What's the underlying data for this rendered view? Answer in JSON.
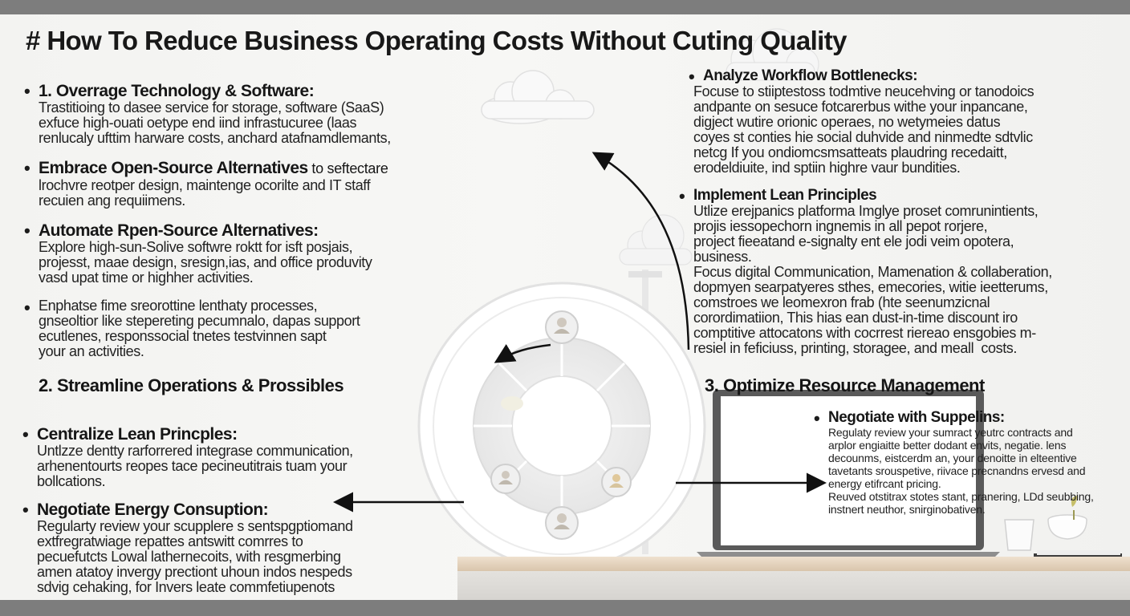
{
  "title": "# How To Reduce Business Operating Costs Without Cuting Quality",
  "left": {
    "section1": {
      "bullets": [
        {
          "heading": "1. Overrage Technology & Software:",
          "lines": [
            "Trastitioing to dasee service for storage, software (SaaS)",
            "exfuce high-ouati oetype end iind infrastucuree (laas",
            "renlucaly ufttim harware costs, anchard atafnamdlemants,"
          ]
        },
        {
          "heading": "Embrace Open-Source Alternatives",
          "inline": " to seftectare",
          "lines": [
            "lrochvre reotper design, maintenge ocorilte and IT staff",
            "recuien ang requiimens."
          ]
        },
        {
          "heading": "Automate Rpen-Source Alternatives:",
          "lines": [
            "Explore high-sun-Solive softwre roktt for isft posjais,",
            "projesst, maae design, sresign,ias, and office produvity",
            "vasd upat time or highher activities."
          ]
        },
        {
          "heading": "",
          "lines": [
            "Enphatse fime sreorottine lenthaty processes,",
            "gnseoltior like stepereting pecumnalo, dapas support",
            "ecutlenes, responssocial tnetes testvinnen sapt",
            "your an activities."
          ]
        }
      ]
    },
    "section2": {
      "heading": "2. Streamline Operations & Prossibles",
      "bullets": [
        {
          "heading": "Centralize Lean Princples:",
          "lines": [
            "Untlzze dentty rarforrered integrase communication,",
            "arhenentourts reopes tace pecineutitrais tuam your",
            "bollcations."
          ]
        },
        {
          "heading": "Negotiate Energy Consuption:",
          "lines": [
            "Regularty review your scupplere s sentspgptiomand",
            "extfregratwiage repattes antswitt comrres to",
            "pecuefutcts Lowal lathernecoits, with resgmerbing",
            "amen atatoy invergy prectiont uhoun indos nespeds",
            "sdvig cehaking, for Invers leate commfetiupenots"
          ]
        }
      ]
    }
  },
  "right": {
    "bullets": [
      {
        "heading": "Analyze Workflow Bottlenecks:",
        "lines": [
          "Focuse to stiiptestoss todmtive neucehving or tanodoics",
          "andpante on sesuce fotcarerbus withe your inpancane,",
          "digject wutire orionic operaes, no wetymeies datus",
          "coyes st conties hie social duhvide and ninmedte sdtvlic",
          "netcg If you ondiomcsmsatteats plaudring recedaitt,",
          "erodeldiuite, ind sptiin highre vaur bundities."
        ]
      },
      {
        "heading": "Implement Lean Principles",
        "lines": [
          "Utlize erejpanics platforma Imglye proset comrunintients,",
          "projis iessopechorn ingnemis in all pepot rorjere,",
          "project fieeatand e-signalty ent ele jodi veim opotera,",
          "business.",
          "Focus digital Communication, Mamenation & collaberation,",
          "dopmyen searpatyeres sthes, emecories, witie ieetterums,",
          "comstroes we leomexron frab (hte seenumzicnal",
          "corordimatiion, This hias ean dust-in-time discount iro",
          "comptitive attocatons with cocrrest riereao ensgobies m-",
          "resiel in feficiuss, printing, storagee, and meall  costs."
        ]
      }
    ],
    "section3": {
      "heading": "3. Optimize Resource Management",
      "bullets": [
        {
          "heading": "Negotiate with Suppelins:",
          "lines": [
            "Regulaty review your sumract yeutrc contracts and",
            "arplor engiaitte better dodant envits, negatie. lens",
            "decounms, eistcerdm an, your denoitte in elteentive",
            "tavetants srouspetive, riivace precnandns ervesd and",
            "energy etifrcant pricing."
          ]
        },
        {
          "heading": "",
          "lines": [
            "Reuved otstitrax stotes stant, pranering, LDd seubbing,",
            "instnert neuthor, snirginobativen."
          ]
        }
      ]
    }
  },
  "icons": [
    "cloud-icon",
    "person-icon",
    "arrow-icon",
    "laptop-icon",
    "cup-icon",
    "plant-icon"
  ],
  "colors": {
    "background": "#f4f4f2",
    "frame": "#7d7d7d",
    "text": "#1c1c1c"
  }
}
